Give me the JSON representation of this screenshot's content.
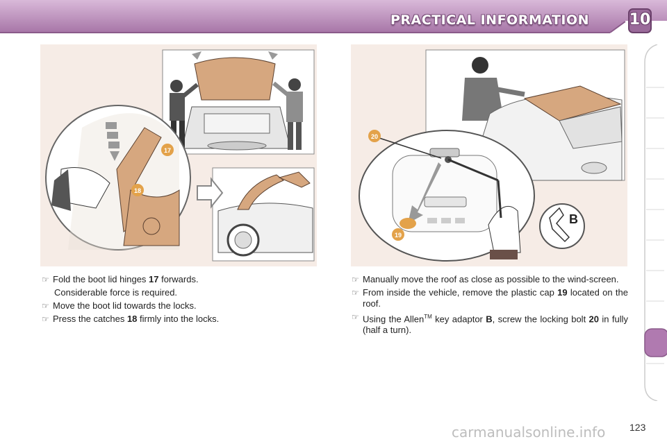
{
  "header": {
    "title": "PRACTICAL INFORMATION",
    "chapter_number": "10"
  },
  "left_figure": {
    "callout_a": "17",
    "callout_b": "18"
  },
  "right_figure": {
    "callout_a": "20",
    "callout_b": "19",
    "callout_key": "B"
  },
  "left_text": {
    "bullet_symbol": "☞",
    "item1_prefix": "Fold the boot lid hinges ",
    "item1_bold": "17",
    "item1_suffix": " forwards.",
    "item1_note": "Considerable force is required.",
    "item2": "Move the boot lid towards the locks.",
    "item3_prefix": "Press the catches ",
    "item3_bold": "18",
    "item3_suffix": " firmly into the locks."
  },
  "right_text": {
    "item1": "Manually move the roof as close as possible to the wind-screen.",
    "item2_prefix": "From inside the vehicle, remove the plastic cap ",
    "item2_bold": "19",
    "item2_suffix": " located on the roof.",
    "item3_prefix": "Using the Allen",
    "item3_sup": "TM",
    "item3_mid": " key adaptor ",
    "item3_bold1": "B",
    "item3_mid2": ", screw the locking bolt ",
    "item3_bold2": "20",
    "item3_suffix": " in fully (half a turn)."
  },
  "footer": {
    "page_number": "123",
    "watermark": "carmanualsonline.info"
  },
  "colors": {
    "header": "#b58ab5",
    "accent": "#9a6a9a",
    "tab_active": "#b07ab0",
    "figure_bg": "#f6ece6",
    "part_highlight": "#d6a77f"
  }
}
